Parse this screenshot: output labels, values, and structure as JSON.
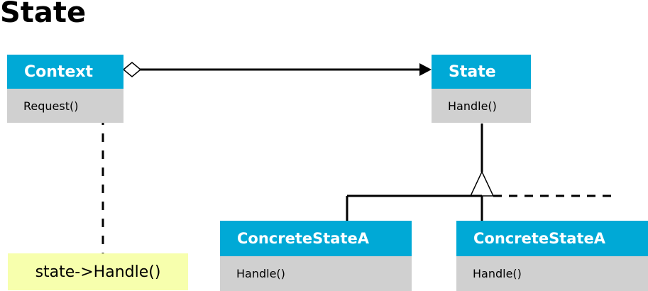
{
  "title": "State",
  "colors": {
    "header": "#00a9d6",
    "body": "#d0d0d0",
    "note": "#f7ffad",
    "line": "#000000"
  },
  "classes": {
    "context": {
      "name": "Context",
      "operation": "Request()"
    },
    "state": {
      "name": "State",
      "operation": "Handle()"
    },
    "concrete_state_a_left": {
      "name": "ConcreteStateA",
      "operation": "Handle()"
    },
    "concrete_state_a_right": {
      "name": "ConcreteStateA",
      "operation": "Handle()"
    }
  },
  "note": {
    "text": "state->Handle()"
  }
}
